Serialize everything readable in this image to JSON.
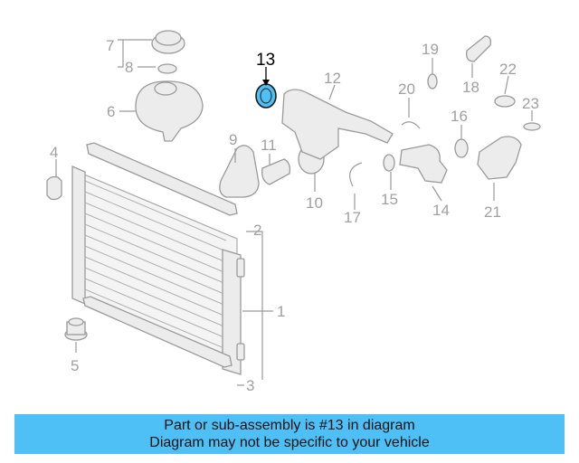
{
  "diagram": {
    "callouts": [
      "1",
      "2",
      "3",
      "4",
      "5",
      "6",
      "7",
      "8",
      "9",
      "10",
      "11",
      "12",
      "13",
      "14",
      "15",
      "16",
      "17",
      "18",
      "19",
      "20",
      "21",
      "22",
      "23"
    ],
    "highlighted_callout": "13",
    "highlight_color": "#4fc0f5"
  },
  "banner": {
    "line1": "Part or sub-assembly is #13 in diagram",
    "line2": "Diagram may not be specific to your vehicle",
    "background": "#4fc0f5"
  }
}
